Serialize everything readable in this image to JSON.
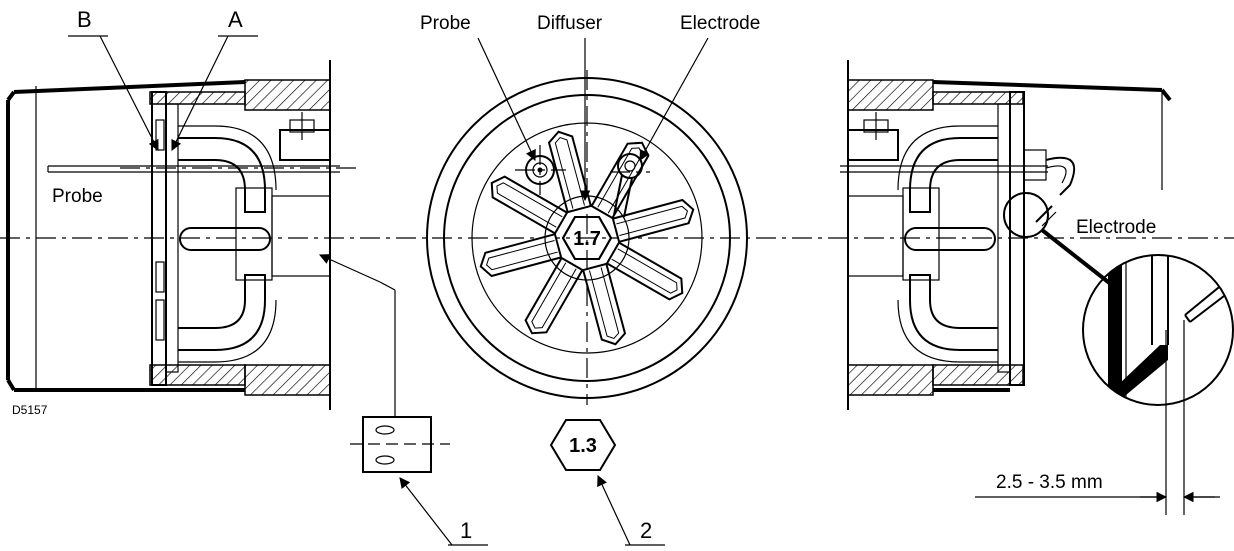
{
  "labels": {
    "B": "B",
    "A": "A",
    "probe_left": "Probe",
    "probe_top": "Probe",
    "diffuser": "Diffuser",
    "electrode_top": "Electrode",
    "electrode_right": "Electrode",
    "drawing_code": "D5157",
    "hex_center": "1.7",
    "hex_bottom": "1.3",
    "callout_1": "1",
    "callout_2": "2",
    "gap_dimension": "2.5 - 3.5 mm"
  }
}
